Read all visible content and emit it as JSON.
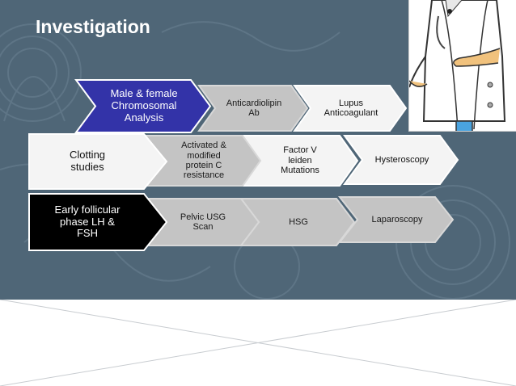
{
  "slide": {
    "title": "Investigation",
    "colors": {
      "background": "#4f6677",
      "highlight_blue": "#3333a8",
      "highlight_black": "#000000",
      "chevron_grey": "#c4c4c4",
      "chevron_white": "#f4f4f4"
    }
  },
  "flow": {
    "rows": [
      {
        "items": [
          {
            "text": "Male & female\nChromosomal\nAnalysis",
            "style": "blue"
          },
          {
            "text": "Anticardiolipin\nAb",
            "style": "grey"
          },
          {
            "text": "Lupus\nAnticoagulant",
            "style": "white"
          }
        ]
      },
      {
        "items": [
          {
            "text": "Clotting\nstudies",
            "style": "white"
          },
          {
            "text": "Activated &\nmodified\nprotein C\nresistance",
            "style": "grey"
          },
          {
            "text": "Factor V\nleiden\nMutations",
            "style": "white"
          },
          {
            "text": "Hysteroscopy",
            "style": "white"
          }
        ]
      },
      {
        "items": [
          {
            "text": "Early follicular\nphase LH &\nFSH",
            "style": "black"
          },
          {
            "text": "Pelvic USG\nScan",
            "style": "grey"
          },
          {
            "text": "HSG",
            "style": "grey"
          },
          {
            "text": "Laparoscopy",
            "style": "grey"
          }
        ]
      }
    ]
  },
  "illustration": {
    "icon": "doctor-icon"
  }
}
